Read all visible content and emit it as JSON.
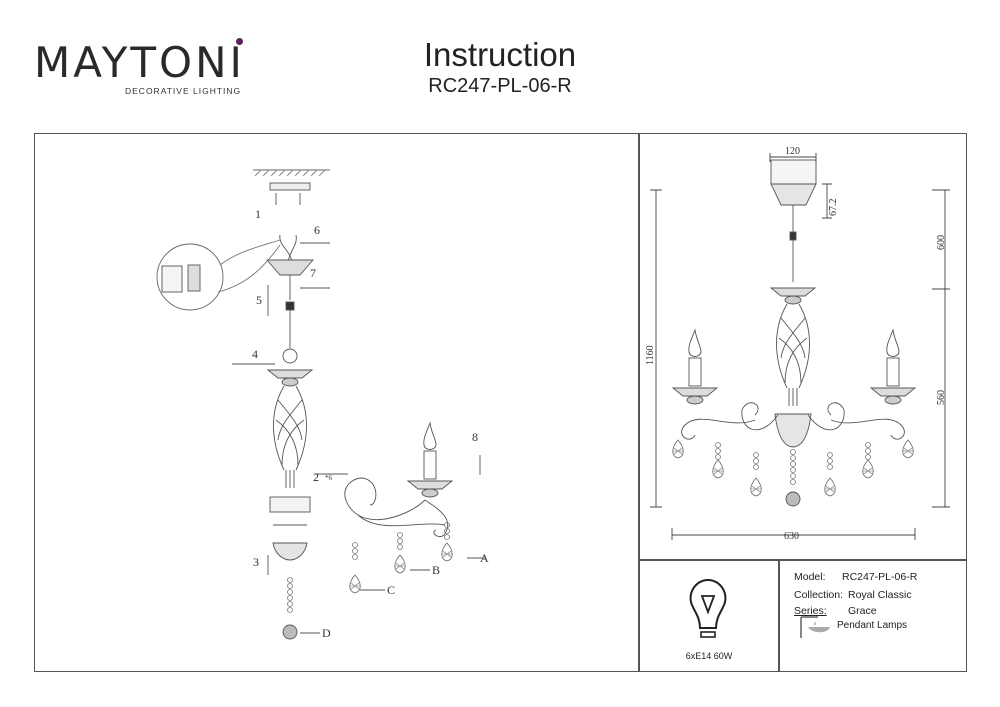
{
  "brand": {
    "name": "MAYTONI",
    "tagline": "DECORATIVE LIGHTING",
    "accent_color": "#5b1f5e"
  },
  "header": {
    "title": "Instruction",
    "model": "RC247-PL-06-R"
  },
  "assembly": {
    "steps": [
      "1",
      "2",
      "3",
      "4",
      "5",
      "6",
      "7",
      "8"
    ],
    "step2_multiplier": "*6",
    "parts": [
      "A",
      "B",
      "C",
      "D"
    ]
  },
  "dimensions": {
    "canopy_width": "120",
    "canopy_height": "67.2",
    "total_height": "1160",
    "chain_length": "600",
    "body_height": "560",
    "diameter": "630"
  },
  "bulb": {
    "icon": "bulb-icon",
    "spec": "6xE14 60W"
  },
  "info": {
    "model_label": "Model:",
    "model_value": "RC247-PL-06-R",
    "collection_label": "Collection:",
    "collection_value": "Royal Classic",
    "series_label": "Series:",
    "series_value": "Grace",
    "type_icon": "pendant-lamp-icon",
    "type_value": "Pendant Lamps"
  }
}
